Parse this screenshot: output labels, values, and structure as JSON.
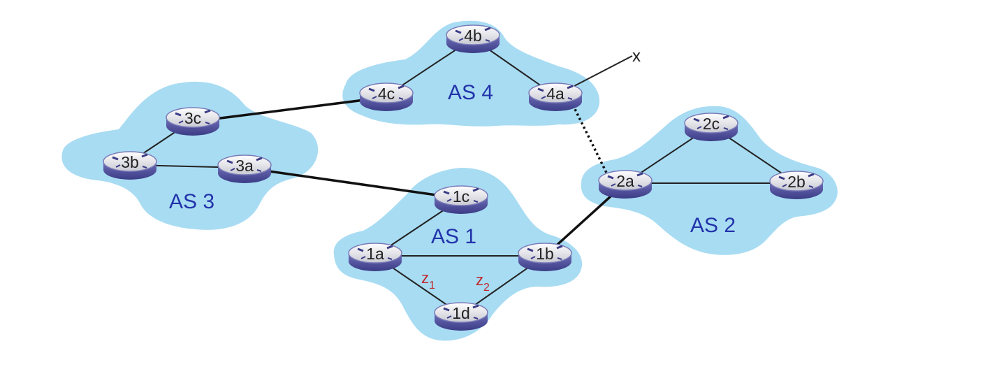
{
  "autonomous_systems": [
    {
      "id": "as1",
      "label": "AS 1"
    },
    {
      "id": "as2",
      "label": "AS 2"
    },
    {
      "id": "as3",
      "label": "AS 3"
    },
    {
      "id": "as4",
      "label": "AS 4"
    }
  ],
  "routers": {
    "r1a": "1a",
    "r1b": "1b",
    "r1c": "1c",
    "r1d": "1d",
    "r2a": "2a",
    "r2b": "2b",
    "r2c": "2c",
    "r3a": "3a",
    "r3b": "3b",
    "r3c": "3c",
    "r4a": "4a",
    "r4b": "4b",
    "r4c": "4c"
  },
  "interface_labels": {
    "z1": {
      "base": "z",
      "sub": "1"
    },
    "z2": {
      "base": "z",
      "sub": "2"
    }
  },
  "destination_label": "x",
  "colors": {
    "cloud": "#a8dcf3",
    "as_label": "#2233aa",
    "interface_label": "#c0282c",
    "router_body": "#8e8fd0"
  }
}
